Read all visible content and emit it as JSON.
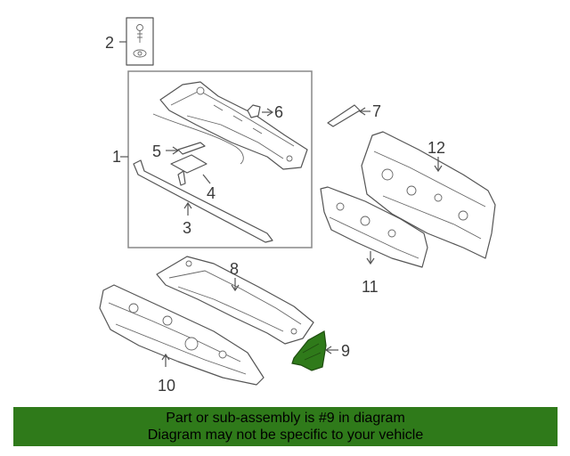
{
  "callouts": {
    "c1": "1",
    "c2": "2",
    "c3": "3",
    "c4": "4",
    "c5": "5",
    "c6": "6",
    "c7": "7",
    "c8": "8",
    "c9": "9",
    "c10": "10",
    "c11": "11",
    "c12": "12"
  },
  "highlight_color": "#2f7a1a",
  "banner": {
    "line1": "Part or sub-assembly is #9 in diagram",
    "line2": "Diagram may not be specific to your vehicle"
  }
}
